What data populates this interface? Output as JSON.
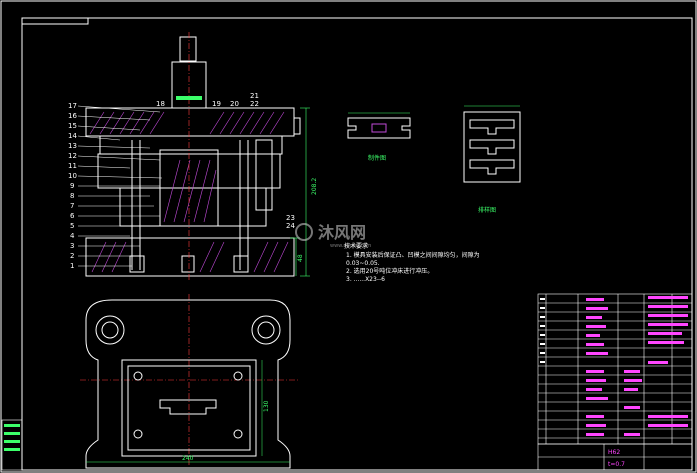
{
  "colors": {
    "background": "#000000",
    "outline": "#ffffff",
    "hatch": "#c04ad8",
    "center": "#ff3b3b",
    "dim": "#3cff6a",
    "label": "#ffffff",
    "title_text": "#ff46ff",
    "watermark": "#d8d8d8"
  },
  "part_numbers": [
    "1",
    "2",
    "3",
    "4",
    "5",
    "6",
    "7",
    "8",
    "9",
    "10",
    "11",
    "12",
    "13",
    "14",
    "15",
    "16",
    "17"
  ],
  "top_numbers": [
    "18",
    "19",
    "20",
    "21",
    "22"
  ],
  "right_numbers": [
    "23",
    "24"
  ],
  "view_labels": {
    "strip": "制件图",
    "layout": "排样图"
  },
  "dimensions": {
    "total_height": "208.2",
    "base_height": "48",
    "plate_width": "240",
    "plate_height": "130"
  },
  "notes": {
    "title": "技术要求",
    "line1": "1. 模具安装后保证凸、凹模之间间隙均匀，间隙为",
    "line2": "0.03~0.05.",
    "line3": "2. 选用20号吨位冲床进行冲压。",
    "line4": "3. ......X23--6"
  },
  "watermark": {
    "text": "沐风网",
    "url": "www.mfcad.com"
  },
  "title_block": {
    "material": "H62",
    "thickness": "t=0.7"
  }
}
